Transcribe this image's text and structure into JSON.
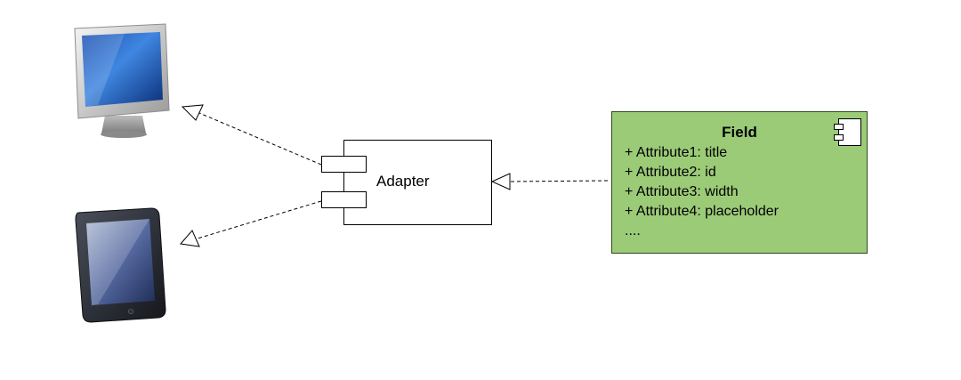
{
  "adapter": {
    "label": "Adapter"
  },
  "field": {
    "title": "Field",
    "attributes": [
      "+ Attribute1: title",
      "+ Attribute2: id",
      "+ Attribute3: width",
      "+ Attribute4: placeholder",
      "...."
    ],
    "fill_color": "#9ccb78",
    "stroke_color": "#2f4a22"
  },
  "devices": [
    "desktop-monitor",
    "tablet"
  ],
  "connectors": [
    {
      "from": "field",
      "to": "adapter",
      "style": "dashed",
      "arrow": "hollow-triangle"
    },
    {
      "from": "adapter",
      "to": "desktop-monitor",
      "style": "dashed",
      "arrow": "hollow-triangle"
    },
    {
      "from": "adapter",
      "to": "tablet",
      "style": "dashed",
      "arrow": "hollow-triangle"
    }
  ]
}
